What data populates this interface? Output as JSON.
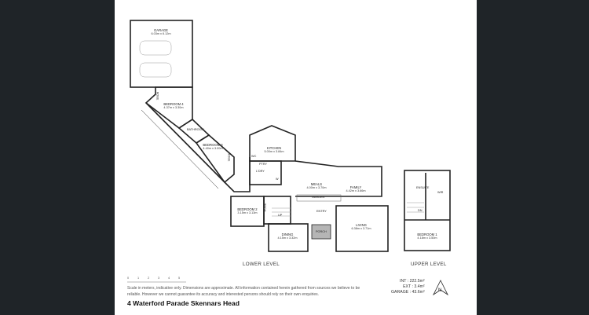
{
  "rooms": {
    "garage": {
      "name": "GARAGE",
      "dims": "6.03m x 6.12m"
    },
    "bedroom4": {
      "name": "BEDROOM 4",
      "dims": "4.37m x 3.30m"
    },
    "robe1": {
      "name": "ROBE"
    },
    "bathroom": {
      "name": "BATHROOM"
    },
    "bedroom3": {
      "name": "BEDROOM 3",
      "dims": "4.40m x 3.00m"
    },
    "robe2": {
      "name": "ROBE"
    },
    "kitchen": {
      "name": "KITCHEN",
      "dims": "5.00m x 3.84m"
    },
    "wc": {
      "name": "WC"
    },
    "pantry": {
      "name": "PTRY"
    },
    "laundry": {
      "name": "L'DRY"
    },
    "laundry_w": {
      "name": "W"
    },
    "meals": {
      "name": "MEALS",
      "dims": "4.00m x 3.70m"
    },
    "family": {
      "name": "FAMILY",
      "dims": "4.42m x 3.66m"
    },
    "garden": {
      "name": "GARDEN"
    },
    "bedroom2": {
      "name": "BEDROOM 2",
      "dims": "3.15m x 3.13m"
    },
    "robe3": {
      "name": "ROBE"
    },
    "up": {
      "name": "UP"
    },
    "entry": {
      "name": "ENTRY"
    },
    "dining": {
      "name": "DINING",
      "dims": "4.15m x 3.32m"
    },
    "porch": {
      "name": "PORCH"
    },
    "living": {
      "name": "LIVING",
      "dims": "6.38m x 3.71m"
    },
    "ensuite": {
      "name": "ENSUITE"
    },
    "wir": {
      "name": "WIR"
    },
    "dn": {
      "name": "DN"
    },
    "bedroom1": {
      "name": "BEDROOM 1",
      "dims": "4.18m x 3.50m"
    }
  },
  "levels": {
    "lower": "LOWER LEVEL",
    "upper": "UPPER LEVEL"
  },
  "scale_ticks": [
    "0",
    "1",
    "2",
    "3",
    "4",
    "5"
  ],
  "disclaimer": "Scale in meters, indicative only. Dimensions are approximate. All information contained herein gathered from sources we believe to be reliable. However we cannot guarantee its accuracy and interested persons should rely on their own enquiries.",
  "address": "4 Waterford Parade Skennars Head",
  "areas": {
    "int": "INT : 222.5m²",
    "ext": "EXT : 3.4m²",
    "garage": "GARAGE : 43.6m²"
  },
  "compass": {
    "label": "N"
  },
  "colors": {
    "background": "#1f2428",
    "sheet": "#ffffff",
    "wall": "#222222",
    "porch": "#b5b5b5"
  }
}
